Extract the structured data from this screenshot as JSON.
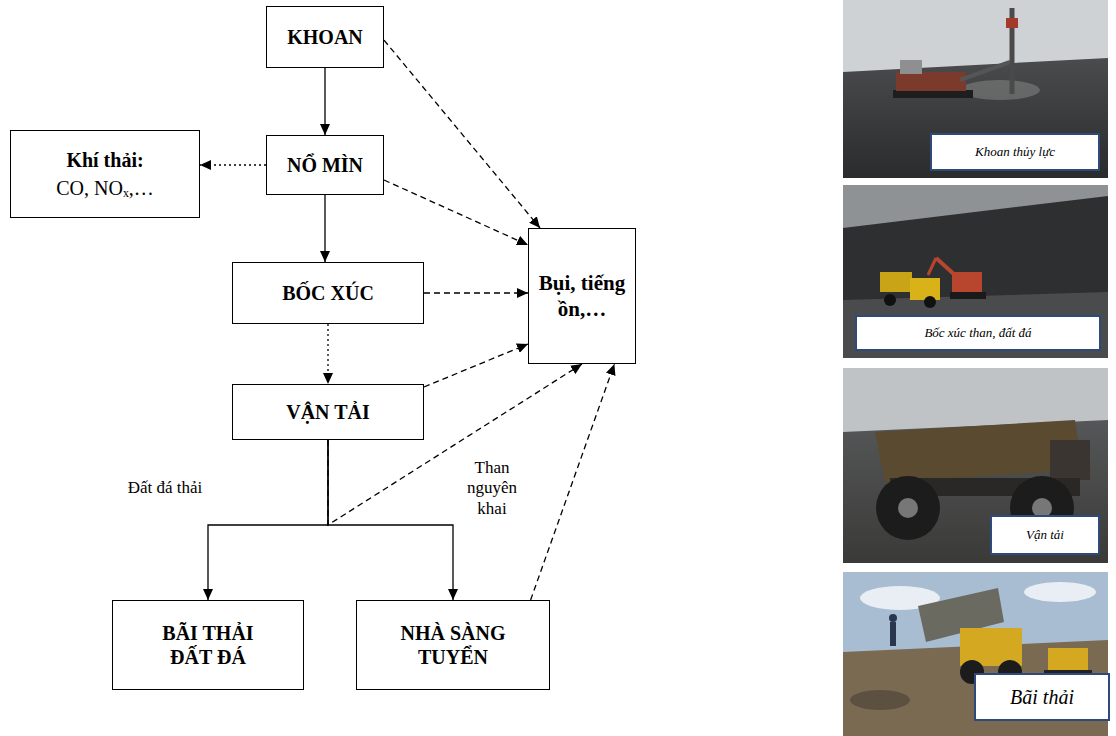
{
  "diagram": {
    "nodes": [
      {
        "text": [
          "KHOAN"
        ]
      },
      {
        "text": [
          "Khí thải:",
          "CO, NOₓ,…"
        ]
      },
      {
        "text": [
          "NỔ MÌN"
        ]
      },
      {
        "text": [
          "Bụi, tiếng ồn,…"
        ]
      },
      {
        "text": [
          "BỐC XÚC"
        ]
      },
      {
        "text": [
          "VẬN TẢI"
        ]
      },
      {
        "text": [
          "BÃI THẢI ĐẤT ĐÁ"
        ]
      },
      {
        "text": [
          "NHÀ SÀNG TUYỂN"
        ]
      },
      {
        "text": [
          "Khoan thủy lực"
        ]
      },
      {
        "text": [
          "Bốc xúc than, đất đá"
        ]
      },
      {
        "text": [
          "Vận tải"
        ]
      },
      {
        "text": [
          "Bãi thải"
        ]
      }
    ],
    "edges": [
      {
        "from": 0,
        "to": 2,
        "arrow": "to"
      },
      {
        "from": 2,
        "to": 1,
        "arrow": "to"
      },
      {
        "from": 0,
        "to": 3,
        "arrow": "to"
      },
      {
        "from": 2,
        "to": 3,
        "arrow": "to"
      },
      {
        "from": 2,
        "to": 4,
        "arrow": "to"
      },
      {
        "from": 4,
        "to": 3,
        "arrow": "to"
      },
      {
        "from": 4,
        "to": 5,
        "arrow": "to"
      },
      {
        "from": 5,
        "to": 3,
        "arrow": "to"
      },
      {
        "from": 5,
        "to": 6,
        "label": "Đất đá thải",
        "arrow": "to"
      },
      {
        "from": 5,
        "to": 7,
        "label": "Than nguyên khai",
        "arrow": "to"
      },
      {
        "from": 5,
        "to": 3,
        "arrow": "to"
      },
      {
        "from": 7,
        "to": 3,
        "arrow": "to"
      }
    ]
  }
}
